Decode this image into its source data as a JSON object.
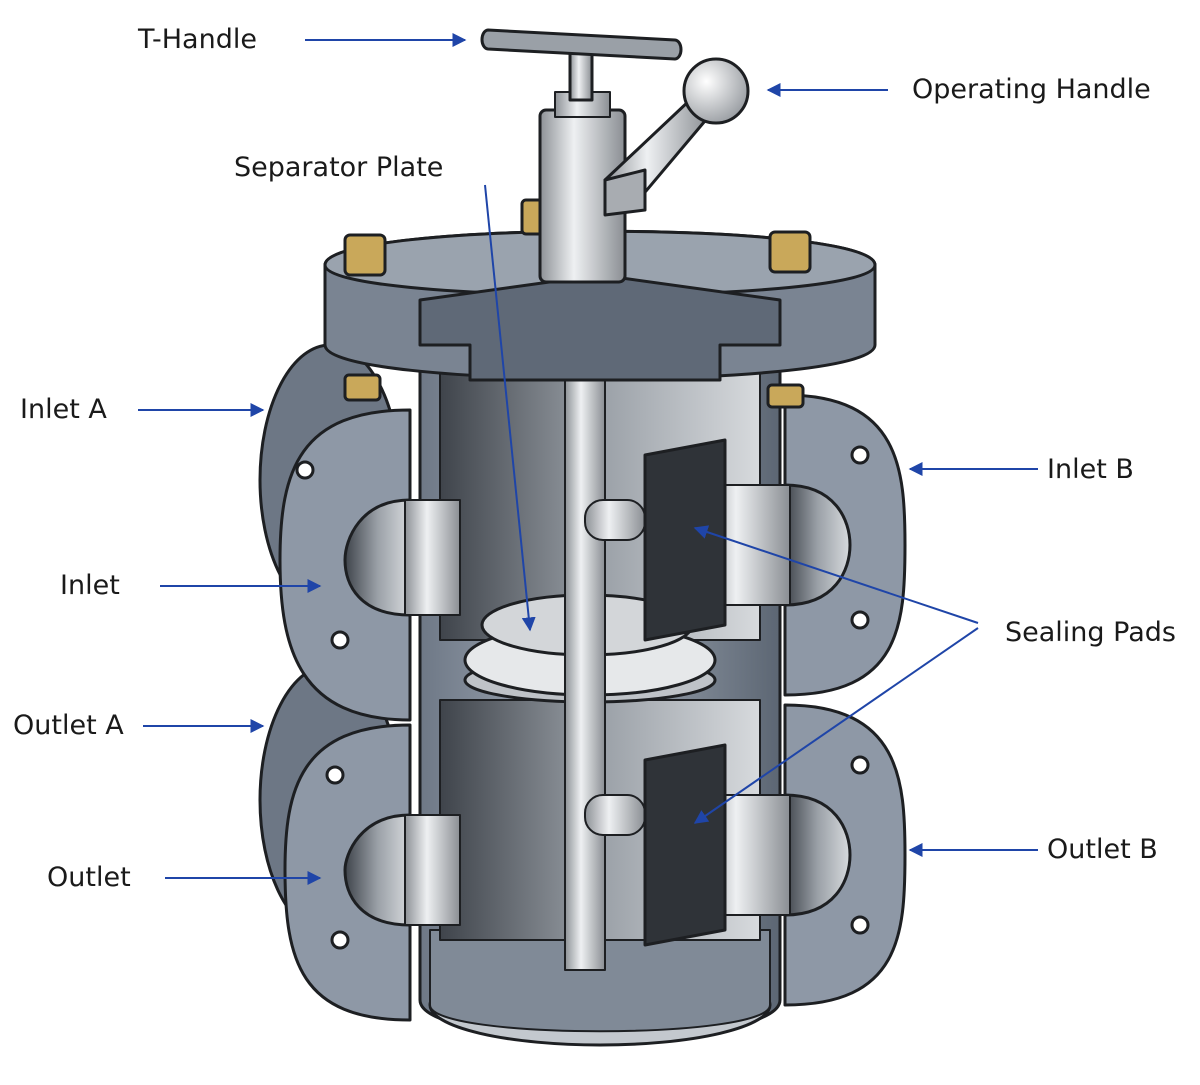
{
  "labels": {
    "t_handle": "T-Handle",
    "operating_handle": "Operating Handle",
    "separator_plate": "Separator Plate",
    "inlet_a": "Inlet A",
    "inlet_b": "Inlet B",
    "inlet": "Inlet",
    "sealing_pads": "Sealing Pads",
    "outlet_a": "Outlet A",
    "outlet_b": "Outlet B",
    "outlet": "Outlet"
  },
  "colors": {
    "arrow": "#1f45a8",
    "body_dark": "#5f6977",
    "body_mid": "#8b95a3",
    "body_light": "#b9c1cb",
    "steel": "#c9ccd0",
    "pad": "#2f3338",
    "nut": "#c9a85a"
  }
}
